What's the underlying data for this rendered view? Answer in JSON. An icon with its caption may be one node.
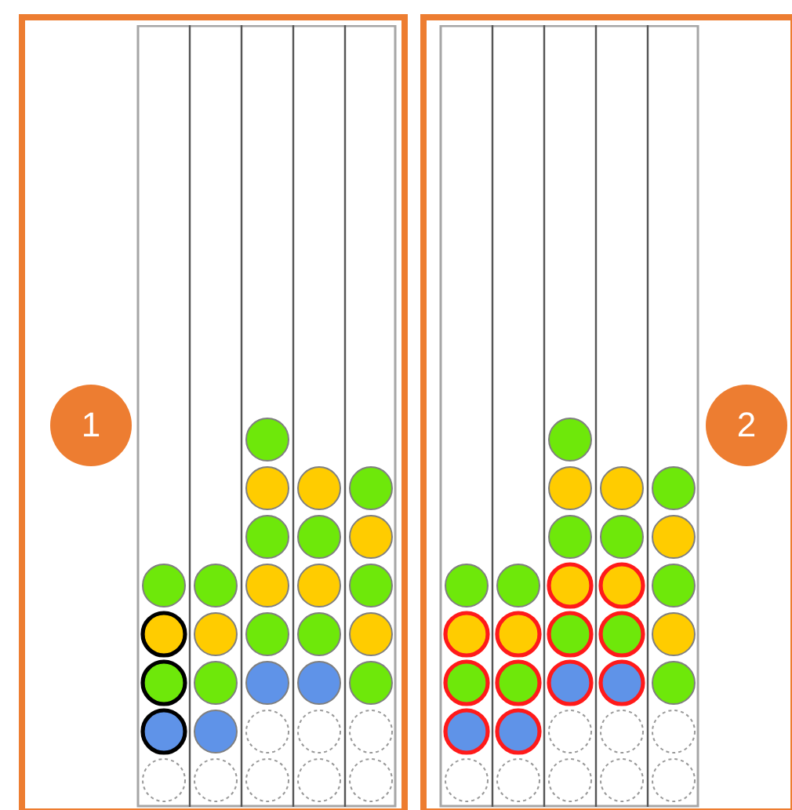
{
  "diagram": {
    "nodes": [
      {
        "text": [],
        "shape": "box"
      },
      {
        "text": [
          "1"
        ],
        "in": 0
      },
      {
        "text": [],
        "shape": "box"
      },
      {
        "text": [
          "2"
        ],
        "in": 2
      }
    ]
  }
}
